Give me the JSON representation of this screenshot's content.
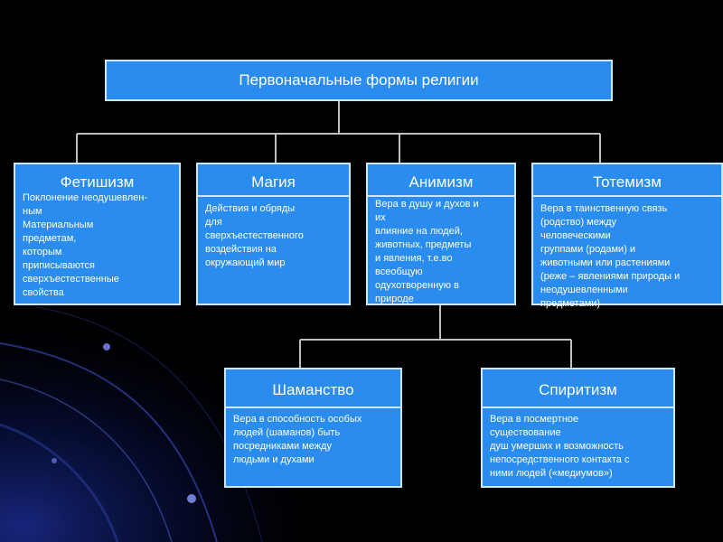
{
  "title": "Первоначальные формы религии",
  "forms": [
    {
      "name": "Фетишизм",
      "description": "Поклонение неодушевлен-\nным\nМатериальным\nпредметам,\nкоторым\nприписываются\nсверхъестественные\nсвойства"
    },
    {
      "name": "Магия",
      "description": "Действия и обряды\nдля\nсверхъестественного\nвоздействия на\nокружающий мир"
    },
    {
      "name": "Анимизм",
      "description": "Вера в душу и духов и\nих\nвлияние на людей,\nживотных, предметы\nи явления, т.е.во\nвсеобщую\nодухотворенную в\nприроде"
    },
    {
      "name": "Тотемизм",
      "description": "Вера в таинственную связь\n(родство) между\nчеловеческими\nгруппами (родами) и\nживотными или растениями\n(реже – явлениями природы и\nнеодушевленными\nпредметами)"
    }
  ],
  "derived_forms": [
    {
      "name": "Шаманство",
      "description": "Вера в способность особых\nлюдей (шаманов) быть\nпосредниками  между\nлюдьми и духами"
    },
    {
      "name": "Спиритизм",
      "description": "Вера в посмертное\nсуществование\nдуш умерших и возможность\nнепосредственного контакта с\nними людей («медиумов»)"
    }
  ],
  "colors": {
    "box_fill": "#2a8cee",
    "box_border": "#cfe6ff",
    "background": "#000000",
    "connector": "#bfbfbf"
  }
}
